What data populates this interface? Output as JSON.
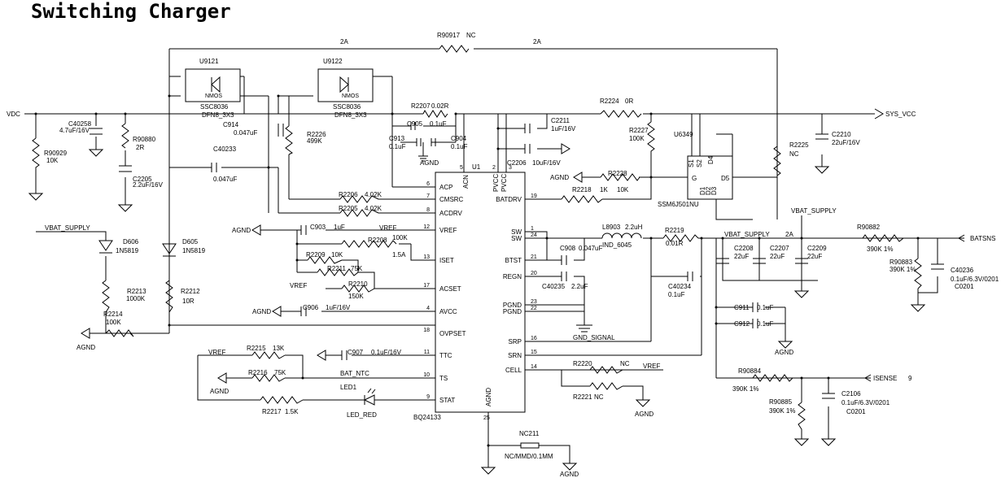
{
  "title": "Switching Charger",
  "net": {
    "vdc": "VDC",
    "sys_vcc": "SYS_VCC",
    "vbat_supply_1": "VBAT_SUPPLY",
    "vbat_supply_2": "VBAT_SUPPLY",
    "vbat_supply_3": "VBAT_SUPPLY",
    "batsns": "BATSNS",
    "isense": "ISENSE",
    "isense_num": "9",
    "gnd_signal": "GND_SIGNAL",
    "bat_ntc": "BAT_NTC",
    "vref_1": "VREF",
    "vref_2": "VREF",
    "vref_3": "VREF",
    "vref_4": "VREF",
    "agnd_1": "AGND",
    "agnd_2": "AGND",
    "agnd_3": "AGND",
    "agnd_4": "AGND",
    "agnd_5": "AGND",
    "agnd_6": "AGND",
    "agnd_7": "AGND",
    "agnd_8": "AGND",
    "agnd_9": "AGND"
  },
  "currents": {
    "a1": "2A",
    "a2": "2A",
    "a3": "2A",
    "a4": "1.5A"
  },
  "ics": {
    "u9121": {
      "ref": "U9121",
      "part": "SSC8036",
      "pkg": "DFN8_3X3",
      "inner": "NMOS"
    },
    "u9122": {
      "ref": "U9122",
      "part": "SSC8036",
      "pkg": "DFN8_3X3",
      "inner": "NMOS"
    },
    "u1": {
      "ref": "U1",
      "part": "BQ24133",
      "left_pins": [
        {
          "name": "ACP",
          "num": "6"
        },
        {
          "name": "CMSRC",
          "num": "7"
        },
        {
          "name": "ACDRV",
          "num": "8"
        },
        {
          "name": "VREF",
          "num": "12"
        },
        {
          "name": "ISET",
          "num": "13"
        },
        {
          "name": "ACSET",
          "num": "17"
        },
        {
          "name": "AVCC",
          "num": "4"
        },
        {
          "name": "OVPSET",
          "num": "18"
        },
        {
          "name": "TTC",
          "num": "11"
        },
        {
          "name": "TS",
          "num": "10"
        },
        {
          "name": "STAT",
          "num": "9"
        }
      ],
      "right_pins": [
        {
          "name": "BATDRV",
          "num": "19"
        },
        {
          "name": "SW",
          "num": "1"
        },
        {
          "name": "SW",
          "num": "24"
        },
        {
          "name": "BTST",
          "num": "21"
        },
        {
          "name": "REGN",
          "num": "20"
        },
        {
          "name": "PGND",
          "num": "23"
        },
        {
          "name": "PGND",
          "num": "22"
        },
        {
          "name": "SRP",
          "num": "16"
        },
        {
          "name": "SRN",
          "num": "15"
        },
        {
          "name": "CELL",
          "num": "14"
        }
      ],
      "top_pins": [
        {
          "name": "ACN",
          "num": "5"
        },
        {
          "name": "PVCC",
          "num": "2"
        },
        {
          "name": "PVCC",
          "num": "3"
        }
      ],
      "bottom_pin": {
        "name": "AGND",
        "num": "25"
      }
    },
    "u6349": {
      "ref": "U6349",
      "part": "SSM6J501NU",
      "pins": [
        "S1",
        "S2",
        "D4",
        "G",
        "D5",
        "D1",
        "D2",
        "D3"
      ]
    }
  },
  "resistors": [
    {
      "ref": "R90917",
      "value": "NC"
    },
    {
      "ref": "R2207",
      "value": "0.02R"
    },
    {
      "ref": "R2224",
      "value": "0R"
    },
    {
      "ref": "R2227",
      "value": "100K"
    },
    {
      "ref": "R2225",
      "value": "NC"
    },
    {
      "ref": "R90929",
      "value": "10K"
    },
    {
      "ref": "R90880",
      "value": "2R"
    },
    {
      "ref": "R2226",
      "value": "499K"
    },
    {
      "ref": "R2228",
      "value": "10K"
    },
    {
      "ref": "R2218",
      "value": "1K"
    },
    {
      "ref": "R2206",
      "value": "4.02K"
    },
    {
      "ref": "R2205",
      "value": "4.02K"
    },
    {
      "ref": "R2208",
      "value": "100K"
    },
    {
      "ref": "R2209",
      "value": "10K"
    },
    {
      "ref": "R2211",
      "value": "75K"
    },
    {
      "ref": "R2210",
      "value": "150K"
    },
    {
      "ref": "R2213",
      "value": "1000K"
    },
    {
      "ref": "R2212",
      "value": "10R"
    },
    {
      "ref": "R2214",
      "value": "100K"
    },
    {
      "ref": "R2215",
      "value": "13K"
    },
    {
      "ref": "R2216",
      "value": "75K"
    },
    {
      "ref": "R2217",
      "value": "1.5K"
    },
    {
      "ref": "R2219",
      "value": "0.01R"
    },
    {
      "ref": "R2220",
      "value": "NC"
    },
    {
      "ref": "R2221",
      "value": "NC"
    },
    {
      "ref": "R90882",
      "value": "390K 1%"
    },
    {
      "ref": "R90883",
      "value": "390K 1%"
    },
    {
      "ref": "R90884",
      "value": "390K 1%"
    },
    {
      "ref": "R90885",
      "value": "390K 1%"
    }
  ],
  "capacitors": [
    {
      "ref": "C40258",
      "value": "4.7uF/16V"
    },
    {
      "ref": "C2205",
      "value": "2.2uF/16V"
    },
    {
      "ref": "C914",
      "value": "0.047uF"
    },
    {
      "ref": "C40233",
      "value": "0.047uF"
    },
    {
      "ref": "C905",
      "value": "0.1uF"
    },
    {
      "ref": "C913",
      "value": "0.1uF"
    },
    {
      "ref": "C904",
      "value": "0.1uF"
    },
    {
      "ref": "C2211",
      "value": "1uF/16V"
    },
    {
      "ref": "C2206",
      "value": "10uF/16V"
    },
    {
      "ref": "C2210",
      "value": "22uF/16V"
    },
    {
      "ref": "C903",
      "value": "1uF"
    },
    {
      "ref": "C906",
      "value": "1uF/16V"
    },
    {
      "ref": "C907",
      "value": "0.1uF/16V"
    },
    {
      "ref": "C908",
      "value": "0.047uF"
    },
    {
      "ref": "C40235",
      "value": "2.2uF"
    },
    {
      "ref": "C40234",
      "value": "0.1uF"
    },
    {
      "ref": "C2208",
      "value": "22uF"
    },
    {
      "ref": "C2207",
      "value": "22uF"
    },
    {
      "ref": "C2209",
      "value": "22uF"
    },
    {
      "ref": "C911",
      "value": "0.1uF"
    },
    {
      "ref": "C912",
      "value": "0.1uF"
    },
    {
      "ref": "C40236",
      "value": "0.1uF/6.3V/0201",
      "pkg": "C0201"
    },
    {
      "ref": "C2106",
      "value": "0.1uF/6.3V/0201",
      "pkg": "C0201"
    }
  ],
  "diodes": [
    {
      "ref": "D606",
      "value": "1N5819"
    },
    {
      "ref": "D605",
      "value": "1N5819"
    }
  ],
  "led": {
    "ref": "LED1",
    "value": "LED_RED"
  },
  "inductor": {
    "ref": "L8903",
    "value": "2.2uH",
    "pkg": "IND_6045"
  },
  "nc211": {
    "ref": "NC211",
    "value": "NC/MMD/0.1MM"
  }
}
